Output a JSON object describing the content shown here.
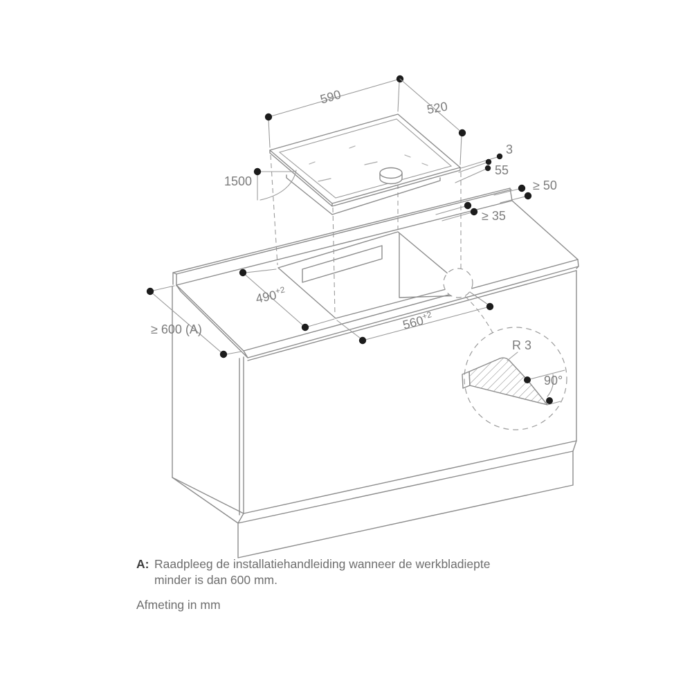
{
  "title": "Cooktop installation dimension diagram",
  "dimensions": {
    "hob_width": "590",
    "hob_depth": "520",
    "glass_thickness": "3",
    "body_height": "55",
    "cable_length": "1500",
    "rear_clearance": "≥ 50",
    "side_clearance": "≥ 35",
    "cutout_depth": "490",
    "cutout_depth_tol": "+2",
    "cutout_width": "560",
    "cutout_width_tol": "+2",
    "worktop_depth": "≥ 600 (A)",
    "corner_radius": "R 3",
    "cut_angle": "90°"
  },
  "notes": {
    "a_prefix": "A:",
    "a_line1": "Raadpleeg de installatiehandleiding wanneer de werkbladiepte",
    "a_line2": "minder is dan 600 mm.",
    "units": "Afmeting in mm"
  },
  "colors": {
    "background": "#ffffff",
    "line": "#8c8c8c",
    "dimension_line": "#9a9a9a",
    "dot": "#1c1c1c",
    "dimension_text": "#7c7c7c",
    "note_text": "#6e6e6e",
    "note_prefix": "#3c3c3c"
  }
}
